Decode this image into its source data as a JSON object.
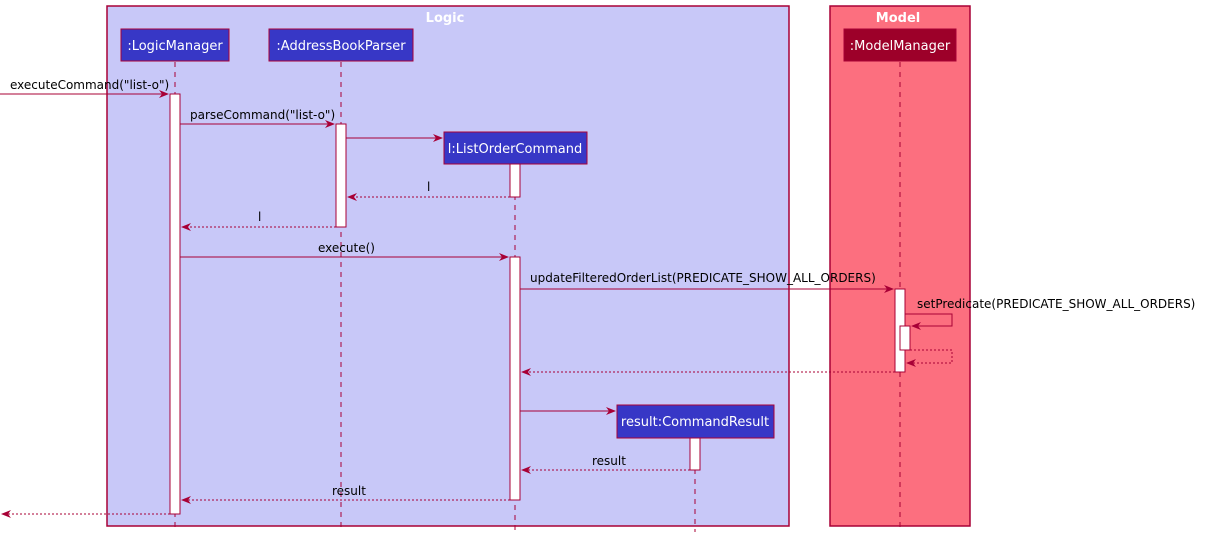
{
  "groups": {
    "logic": {
      "title": "Logic",
      "fill": "#c8c8f8",
      "border": "#a80036"
    },
    "model": {
      "title": "Model",
      "fill": "#fc6f7f",
      "border": "#a80036"
    }
  },
  "participants": {
    "logic_manager": {
      "label": ":LogicManager",
      "fill": "#3737c6"
    },
    "parser": {
      "label": ":AddressBookParser",
      "fill": "#3737c6"
    },
    "list_order_command": {
      "label": "l:ListOrderCommand",
      "fill": "#3737c6"
    },
    "command_result": {
      "label": "result:CommandResult",
      "fill": "#3737c6"
    },
    "model_manager": {
      "label": ":ModelManager",
      "fill": "#9d0029"
    }
  },
  "messages": {
    "execute_command": "executeCommand(\"list-o\")",
    "parse_command": "parseCommand(\"list-o\")",
    "return_l_to_parser": "l",
    "return_l_to_logic": "l",
    "execute": "execute()",
    "update_filtered": "updateFilteredOrderList(PREDICATE_SHOW_ALL_ORDERS)",
    "set_predicate": "setPredicate(PREDICATE_SHOW_ALL_ORDERS)",
    "return_result_to_command": "result",
    "return_result_to_logic": "result"
  },
  "colors": {
    "line": "#a80036"
  }
}
